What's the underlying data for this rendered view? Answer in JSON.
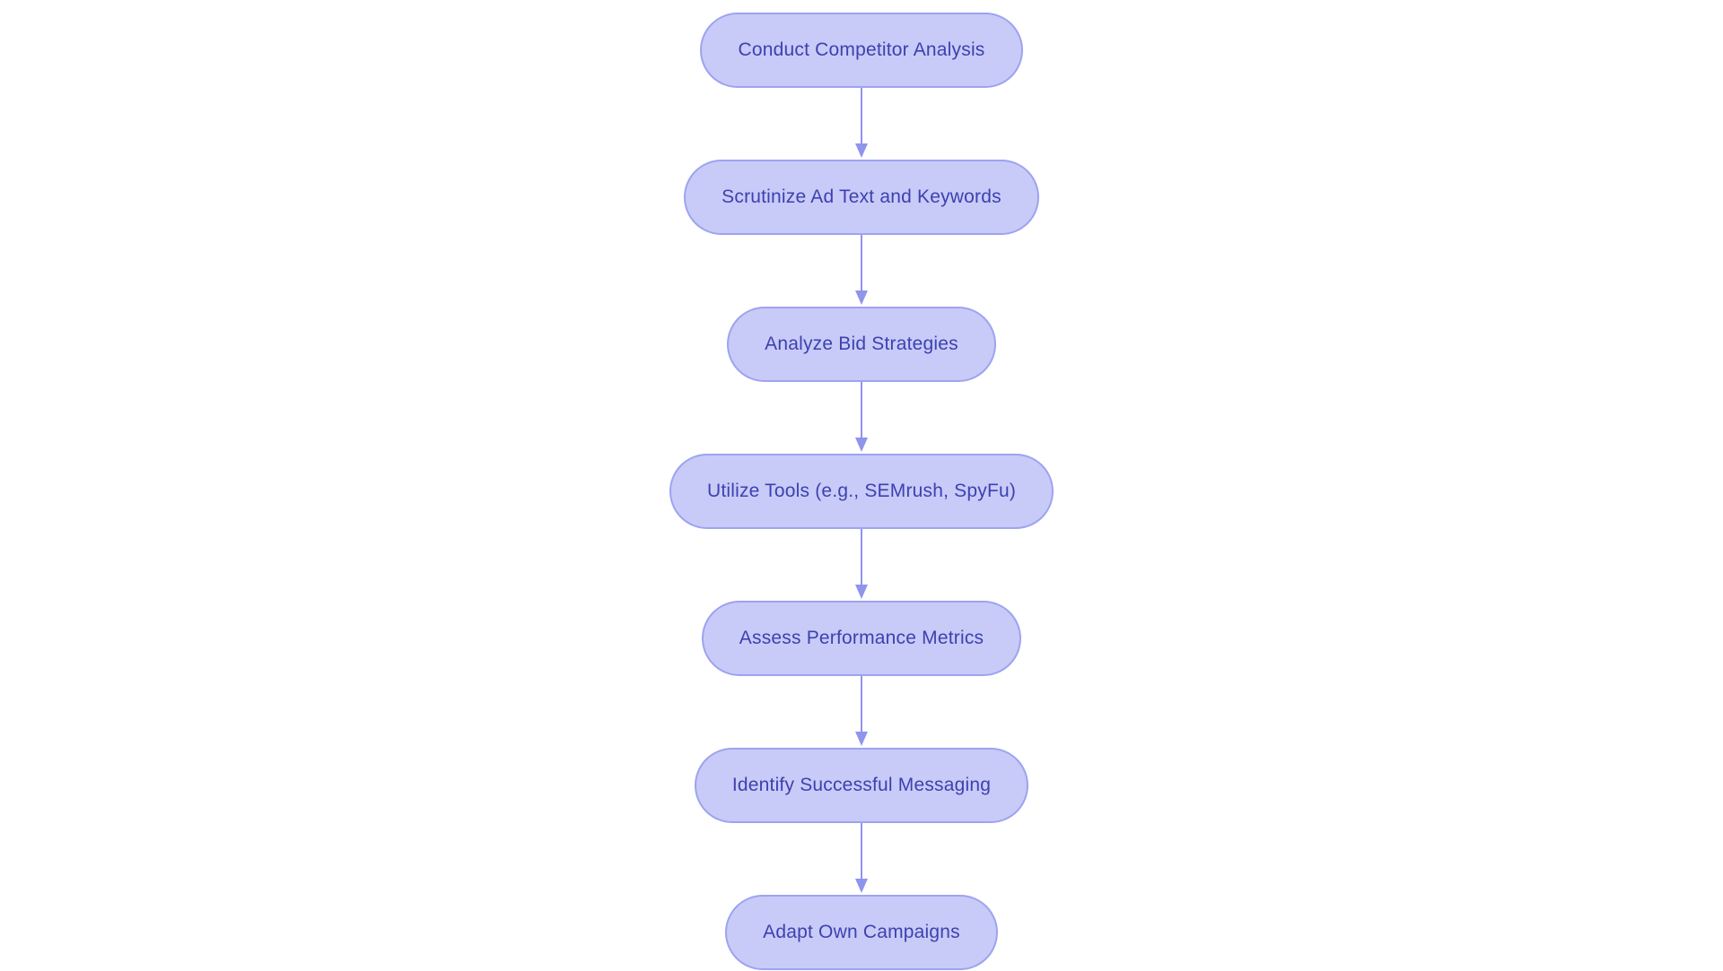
{
  "flowchart": {
    "type": "vertical-flowchart",
    "nodes": [
      {
        "id": 1,
        "label": "Conduct Competitor Analysis"
      },
      {
        "id": 2,
        "label": "Scrutinize Ad Text and Keywords"
      },
      {
        "id": 3,
        "label": "Analyze Bid Strategies"
      },
      {
        "id": 4,
        "label": "Utilize Tools (e.g., SEMrush, SpyFu)"
      },
      {
        "id": 5,
        "label": "Assess Performance Metrics"
      },
      {
        "id": 6,
        "label": "Identify Successful Messaging"
      },
      {
        "id": 7,
        "label": "Adapt Own Campaigns"
      }
    ],
    "edges": [
      {
        "from": 1,
        "to": 2,
        "style": "arrow-down"
      },
      {
        "from": 2,
        "to": 3,
        "style": "arrow-down"
      },
      {
        "from": 3,
        "to": 4,
        "style": "arrow-down"
      },
      {
        "from": 4,
        "to": 5,
        "style": "arrow-down"
      },
      {
        "from": 5,
        "to": 6,
        "style": "arrow-down"
      },
      {
        "from": 6,
        "to": 7,
        "style": "arrow-down"
      }
    ],
    "colors": {
      "node_fill": "#c8cbf7",
      "node_border": "#9da3f0",
      "node_text": "#3d41b0",
      "arrow": "#8f94ec",
      "background": "#ffffff"
    }
  }
}
